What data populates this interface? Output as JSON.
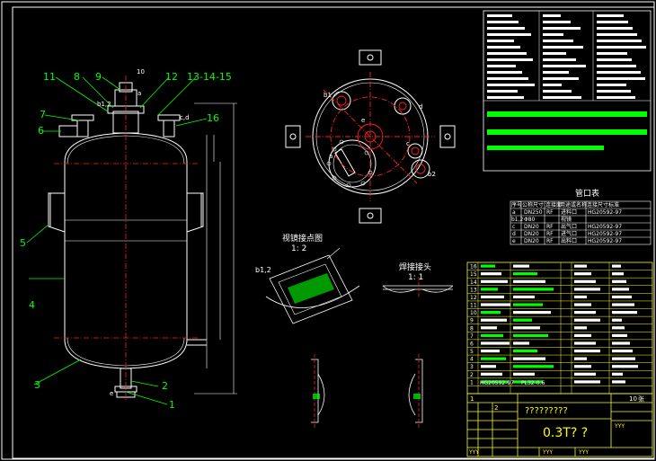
{
  "callouts": {
    "c1": "1",
    "c2": "2",
    "c3": "3",
    "c4": "4",
    "c5": "5",
    "c6": "6",
    "c7": "7",
    "c8": "8",
    "c9": "9",
    "c10": "10",
    "c11": "11",
    "c12": "12",
    "c13_15": "13-14-15",
    "c16": "16"
  },
  "nozzle_tags": {
    "a": "a",
    "b12": "b1,2",
    "c": "c",
    "d": "d",
    "e": "e",
    "cd": "c,d",
    "plan_a": "a",
    "plan_b1": "b1",
    "plan_b2": "b2",
    "plan_c": "c",
    "plan_d": "d",
    "plan_e": "e"
  },
  "details": {
    "sight_title": "视镜接点图",
    "sight_scale": "1: 2",
    "sight_tag": "b1,2",
    "weld_title": "焊接接头",
    "weld_scale": "1: 1"
  },
  "nozzle_table": {
    "title": "管口表",
    "header": [
      "序号",
      "公称尺寸",
      "连接面",
      "用途或名称",
      "连接尺寸标准"
    ],
    "rows": [
      [
        "a",
        "DN250",
        "RF",
        "进料口",
        "HG20592-97"
      ],
      [
        "b1,2",
        "Φ80",
        "",
        "视镜",
        ""
      ],
      [
        "c",
        "DN20",
        "RF",
        "出气口",
        "HG20592-97"
      ],
      [
        "d",
        "DN20",
        "RF",
        "进气口",
        "HG20592-97"
      ],
      [
        "e",
        "DN20",
        "RF",
        "出料口",
        "HG20592-97"
      ]
    ]
  },
  "bom": {
    "row_numbers": [
      "16",
      "15",
      "14",
      "13",
      "12",
      "11",
      "10",
      "9",
      "8",
      "7",
      "6",
      "5",
      "4",
      "3",
      "2",
      "1"
    ],
    "std_1": "HG20592-97",
    "spec_1": "PL32-0.6"
  },
  "title_block": {
    "drawing_name": "?????????",
    "volume": "0.3T?  ?",
    "sheet_count": "10",
    "sheet_unit": "张",
    "marker_1": "1",
    "marker_2": "2",
    "yyy": "YYY"
  },
  "colors": {
    "outline": "#ffffff",
    "centerline": "#ff2020",
    "callout": "#00ff00",
    "frame": "#ffff00",
    "highlight": "#00ff00"
  }
}
